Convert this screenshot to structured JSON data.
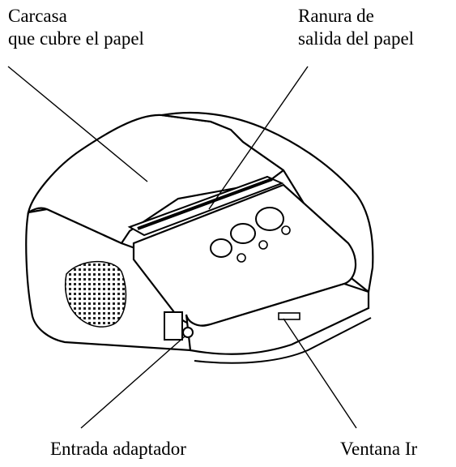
{
  "labels": {
    "cover": {
      "line1": "Carcasa",
      "line2": "que cubre el papel"
    },
    "slot": {
      "line1": "Ranura de",
      "line2": "salida del papel"
    },
    "adapter": "Entrada adaptador",
    "ir_window": "Ventana Ir"
  }
}
